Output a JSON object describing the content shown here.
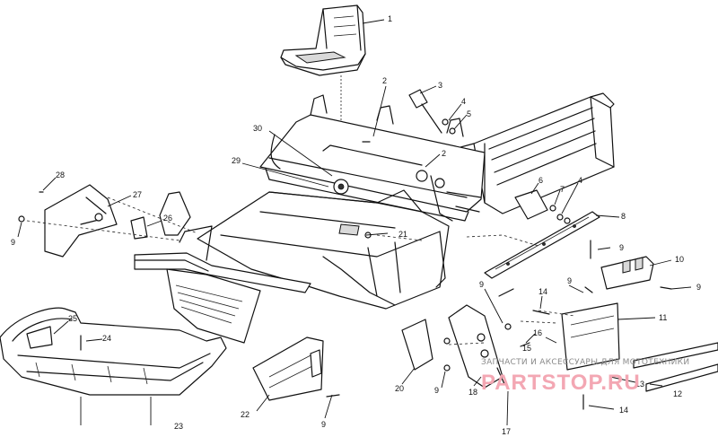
{
  "callouts": [
    {
      "id": "c1",
      "label": "1"
    },
    {
      "id": "c2a",
      "label": "2"
    },
    {
      "id": "c2b",
      "label": "2"
    },
    {
      "id": "c3",
      "label": "3"
    },
    {
      "id": "c4a",
      "label": "4"
    },
    {
      "id": "c4b",
      "label": "4"
    },
    {
      "id": "c5",
      "label": "5"
    },
    {
      "id": "c6",
      "label": "6"
    },
    {
      "id": "c7",
      "label": "7"
    },
    {
      "id": "c8",
      "label": "8"
    },
    {
      "id": "c9a",
      "label": "9"
    },
    {
      "id": "c9b",
      "label": "9"
    },
    {
      "id": "c9c",
      "label": "9"
    },
    {
      "id": "c9d",
      "label": "9"
    },
    {
      "id": "c9e",
      "label": "9"
    },
    {
      "id": "c9f",
      "label": "9"
    },
    {
      "id": "c9g",
      "label": "9"
    },
    {
      "id": "c10",
      "label": "10"
    },
    {
      "id": "c11",
      "label": "11"
    },
    {
      "id": "c12",
      "label": "12"
    },
    {
      "id": "c13",
      "label": "13"
    },
    {
      "id": "c14a",
      "label": "14"
    },
    {
      "id": "c14b",
      "label": "14"
    },
    {
      "id": "c15",
      "label": "15"
    },
    {
      "id": "c16",
      "label": "16"
    },
    {
      "id": "c17",
      "label": "17"
    },
    {
      "id": "c18",
      "label": "18"
    },
    {
      "id": "c20",
      "label": "20"
    },
    {
      "id": "c21",
      "label": "21"
    },
    {
      "id": "c22",
      "label": "22"
    },
    {
      "id": "c23",
      "label": "23"
    },
    {
      "id": "c24",
      "label": "24"
    },
    {
      "id": "c25",
      "label": "25"
    },
    {
      "id": "c26",
      "label": "26"
    },
    {
      "id": "c27",
      "label": "27"
    },
    {
      "id": "c28",
      "label": "28"
    },
    {
      "id": "c29",
      "label": "29"
    },
    {
      "id": "c30",
      "label": "30"
    }
  ],
  "watermark": {
    "text": "ЗАПЧАСТИ И АКСЕССУАРЫ ДЛЯ МОТОТЕХНИКИ",
    "brand": "PARTSTOP.RU",
    "brand_color": "#f3a7b3"
  },
  "colors": {
    "ink": "#111111",
    "paper": "#ffffff"
  }
}
